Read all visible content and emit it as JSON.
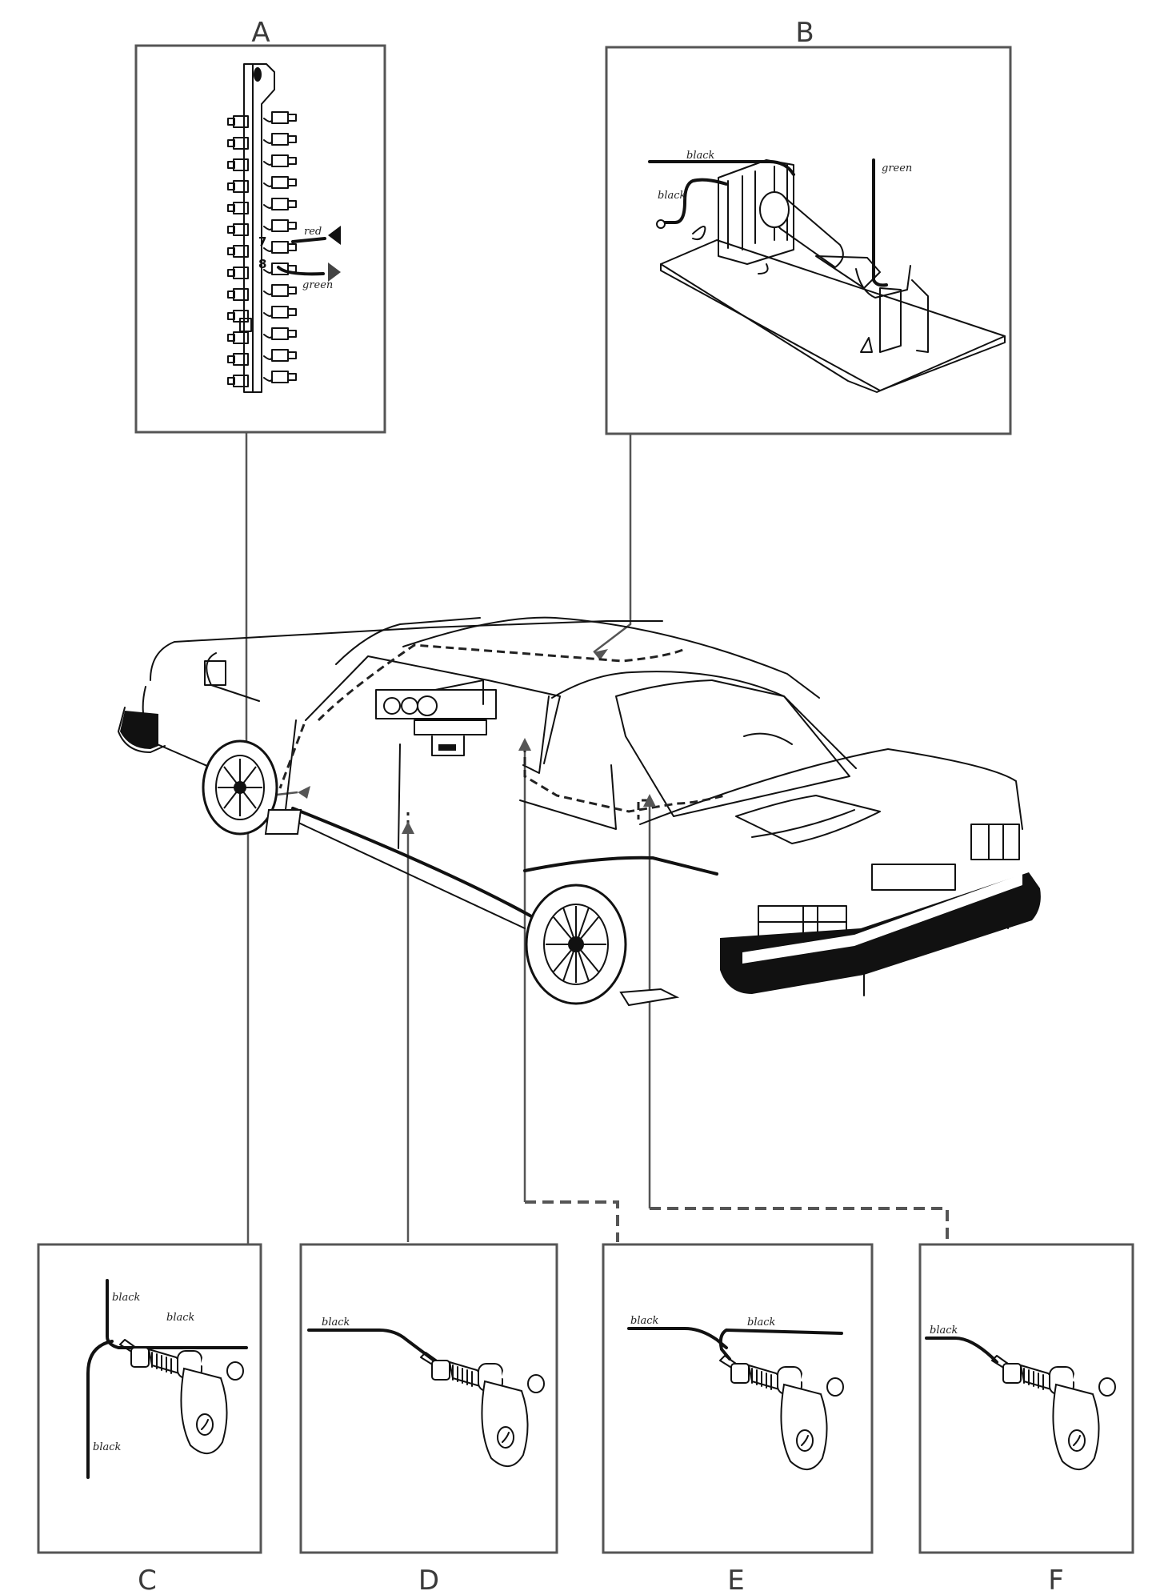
{
  "panels": {
    "A": {
      "letter": "A",
      "pin_7": "7",
      "pin_8": "8",
      "wire_red": "red",
      "wire_green": "green"
    },
    "B": {
      "letter": "B",
      "wire_black_top": "black",
      "wire_black_left": "black",
      "wire_green": "green"
    },
    "C": {
      "letter": "C",
      "wire_1": "black",
      "wire_2": "black",
      "wire_3": "black"
    },
    "D": {
      "letter": "D",
      "wire_1": "black"
    },
    "E": {
      "letter": "E",
      "wire_1": "black",
      "wire_2": "black"
    },
    "F": {
      "letter": "F",
      "wire_1": "black"
    }
  },
  "icons": {
    "terminal_block": "connector-strip-icon",
    "switch_assembly": "interior-light-switch-icon",
    "door_switch": "door-pin-switch-icon",
    "car": "sedan-car-icon"
  }
}
